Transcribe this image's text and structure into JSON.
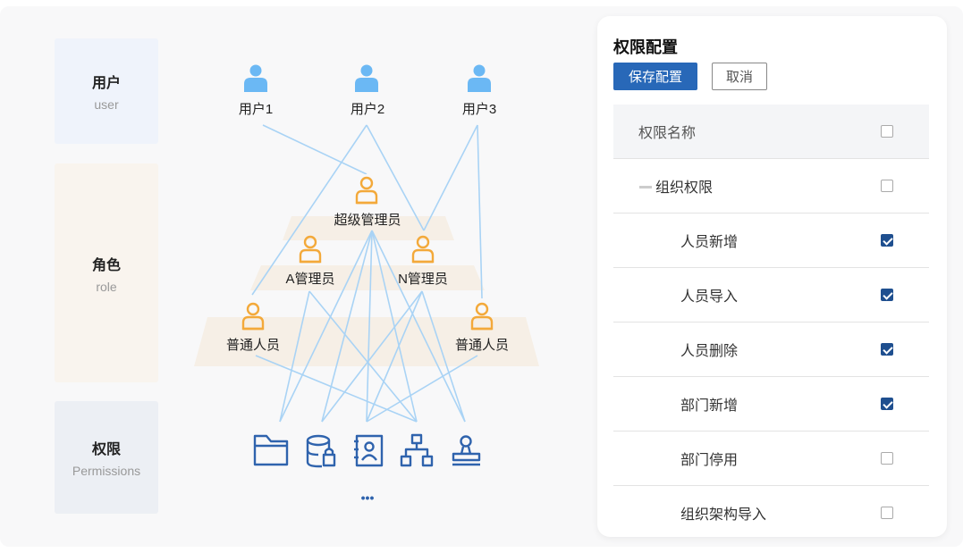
{
  "layers": {
    "user": {
      "cn": "用户",
      "en": "user"
    },
    "role": {
      "cn": "角色",
      "en": "role"
    },
    "permission": {
      "cn": "权限",
      "en": "Permissions"
    }
  },
  "users": [
    "用户1",
    "用户2",
    "用户3"
  ],
  "roles": [
    "超级管理员",
    "A管理员",
    "N管理员",
    "普通人员",
    "普通人员"
  ],
  "permission_icons": [
    "folder-icon",
    "database-lock-icon",
    "contact-book-icon",
    "org-chart-icon",
    "stamp-icon"
  ],
  "more_label": "•••",
  "colors": {
    "user_icon": "#6bb8f4",
    "role_icon": "#f3a93a",
    "permission_icon": "#2f63ad",
    "link_line": "#a9d3f5",
    "pyramid": "#f6efe6",
    "primary": "#2868b8"
  },
  "panel": {
    "title": "权限配置",
    "save_label": "保存配置",
    "cancel_label": "取消",
    "header_label": "权限名称",
    "header_checked": false,
    "group": {
      "label": "组织权限",
      "checked": false
    },
    "items": [
      {
        "label": "人员新增",
        "checked": true
      },
      {
        "label": "人员导入",
        "checked": true
      },
      {
        "label": "人员删除",
        "checked": true
      },
      {
        "label": "部门新增",
        "checked": true
      },
      {
        "label": "部门停用",
        "checked": false
      },
      {
        "label": "组织架构导入",
        "checked": false
      }
    ]
  }
}
